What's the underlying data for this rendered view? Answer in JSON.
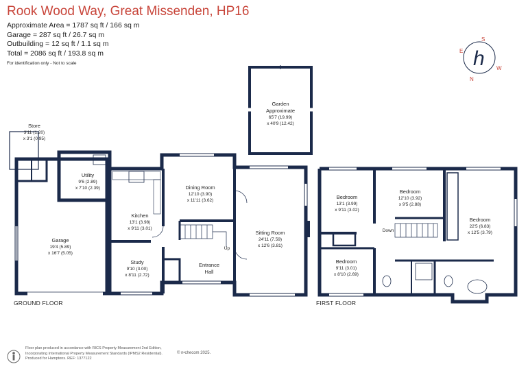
{
  "header": {
    "title": "Rook Wood Way, Great Missenden, HP16",
    "areas": [
      "Approximate Area = 1787 sq ft / 166 sq m",
      "Garage = 287 sq ft / 26.7 sq m",
      "Outbuilding = 12 sq ft / 1.1 sq m",
      "Total = 2086 sq ft / 193.8 sq m"
    ],
    "note": "For identification only - Not to scale"
  },
  "compass": {
    "n": "N",
    "s": "S",
    "e": "E",
    "w": "W",
    "logo": "h"
  },
  "rooms": {
    "garden": {
      "line1": "Garden",
      "line2": "Approximate",
      "dims1": "65'7 (19.99)",
      "dims2": "x 40'9 (12.42)"
    },
    "store": {
      "name": "Store",
      "dims1": "3'11 (1.20)",
      "dims2": "x 3'1 (0.95)"
    },
    "utility": {
      "name": "Utility",
      "dims1": "9'6 (2.89)",
      "dims2": "x 7'10 (2.39)"
    },
    "garage": {
      "name": "Garage",
      "dims1": "19'4 (5.89)",
      "dims2": "x 16'7 (5.05)"
    },
    "kitchen": {
      "name": "Kitchen",
      "dims1": "13'1 (3.98)",
      "dims2": "x 9'11 (3.01)"
    },
    "study": {
      "name": "Study",
      "dims1": "9'10 (3.00)",
      "dims2": "x 8'11 (2.72)"
    },
    "dining": {
      "name": "Dining Room",
      "dims1": "12'10 (3.90)",
      "dims2": "x 11'11 (3.62)"
    },
    "entrance": {
      "line1": "Entrance",
      "line2": "Hall"
    },
    "sitting": {
      "name": "Sitting Room",
      "dims1": "24'11 (7.59)",
      "dims2": "x 12'6 (3.81)"
    },
    "up": "Up",
    "bed1": {
      "name": "Bedroom",
      "dims1": "13'1 (3.99)",
      "dims2": "x 9'11 (3.02)"
    },
    "bed2": {
      "name": "Bedroom",
      "dims1": "12'10 (3.92)",
      "dims2": "x 9'5 (2.88)"
    },
    "bed3": {
      "name": "Bedroom",
      "dims1": "22'5 (6.83)",
      "dims2": "x 12'5 (3.79)"
    },
    "bed4": {
      "name": "Bedroom",
      "dims1": "9'11 (3.01)",
      "dims2": "x 8'10 (2.69)"
    },
    "down": "Down"
  },
  "floors": {
    "ground": "GROUND FLOOR",
    "first": "FIRST FLOOR"
  },
  "footer": {
    "lines": [
      "Floor plan produced in accordance with RICS Property Measurement 2nd Edition,",
      "Incorporating International Property Measurement Standards (IPMS2 Residential).",
      "Produced for Hamptons.   REF:  1377122"
    ],
    "brand": "© n•checom 2025."
  },
  "colors": {
    "wall": "#1b2a4a",
    "accent": "#c8453a",
    "text": "#222222"
  }
}
